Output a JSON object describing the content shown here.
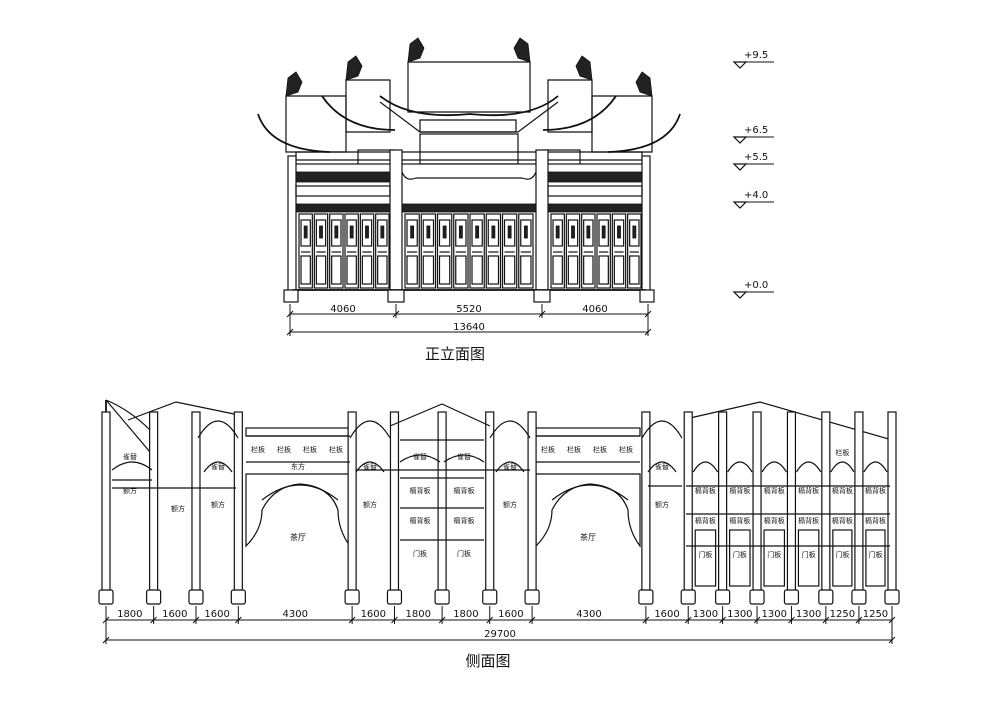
{
  "front_elevation": {
    "title": "正立面图",
    "elevation_marks": [
      "+9.5",
      "+6.5",
      "+5.5",
      "+4.0",
      "+0.0"
    ],
    "bay_dims": [
      "4060",
      "5520",
      "4060"
    ],
    "total_dim": "13640"
  },
  "side_elevation": {
    "title": "侧面图",
    "bay_dims": [
      "1800",
      "1600",
      "1600",
      "4300",
      "1600",
      "1800",
      "1800",
      "1600",
      "4300",
      "1600",
      "1300",
      "1300",
      "1300",
      "1300",
      "1250",
      "1250"
    ],
    "total_dim": "29700",
    "labels": {
      "que_ti": "雀替",
      "e_fang": "额方",
      "lan_ban": "栏板",
      "dong_fang": "东方",
      "cha_ting": "茶厅",
      "ge_xin_ban": "槅背板",
      "men_ban": "门板"
    }
  }
}
